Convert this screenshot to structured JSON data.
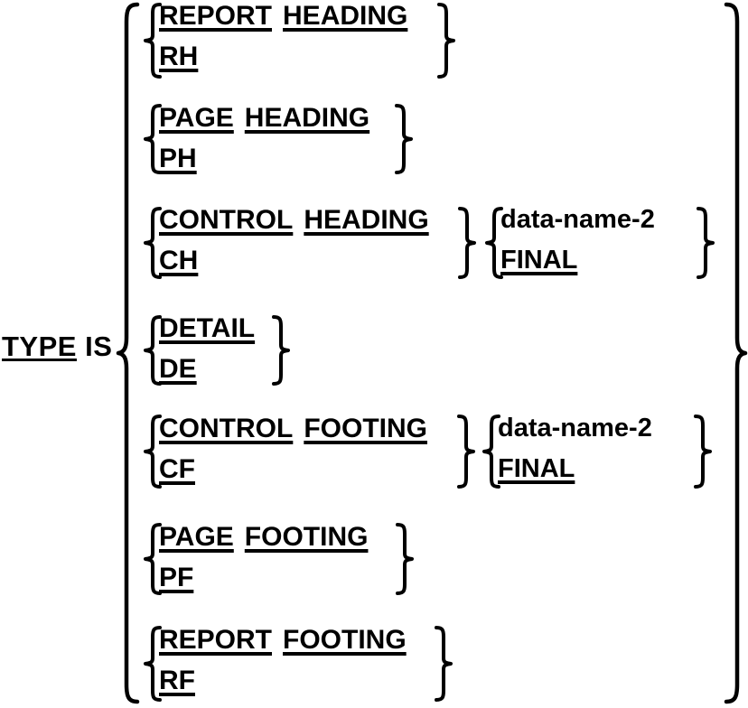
{
  "diagram": {
    "kind": "cobol-syntax-format-diagram",
    "lead_in": {
      "keyword": "TYPE",
      "connector": "IS"
    },
    "alternatives": [
      {
        "id": "report-heading",
        "upper": [
          "REPORT",
          "HEADING"
        ],
        "lower": [
          "RH"
        ],
        "qualifier": null
      },
      {
        "id": "page-heading",
        "upper": [
          "PAGE",
          "HEADING"
        ],
        "lower": [
          "PH"
        ],
        "qualifier": null
      },
      {
        "id": "control-heading",
        "upper": [
          "CONTROL",
          "HEADING"
        ],
        "lower": [
          "CH"
        ],
        "qualifier": {
          "upper_meta": "data-name-2",
          "lower_keyword": "FINAL"
        }
      },
      {
        "id": "detail",
        "upper": [
          "DETAIL"
        ],
        "lower": [
          "DE"
        ],
        "qualifier": null
      },
      {
        "id": "control-footing",
        "upper": [
          "CONTROL",
          "FOOTING"
        ],
        "lower": [
          "CF"
        ],
        "qualifier": {
          "upper_meta": "data-name-2",
          "lower_keyword": "FINAL"
        }
      },
      {
        "id": "page-footing",
        "upper": [
          "PAGE",
          "FOOTING"
        ],
        "lower": [
          "PF"
        ],
        "qualifier": null
      },
      {
        "id": "report-footing",
        "upper": [
          "REPORT",
          "FOOTING"
        ],
        "lower": [
          "RF"
        ],
        "qualifier": null
      }
    ],
    "colors": {
      "ink": "#000000",
      "paper": "#ffffff"
    }
  }
}
